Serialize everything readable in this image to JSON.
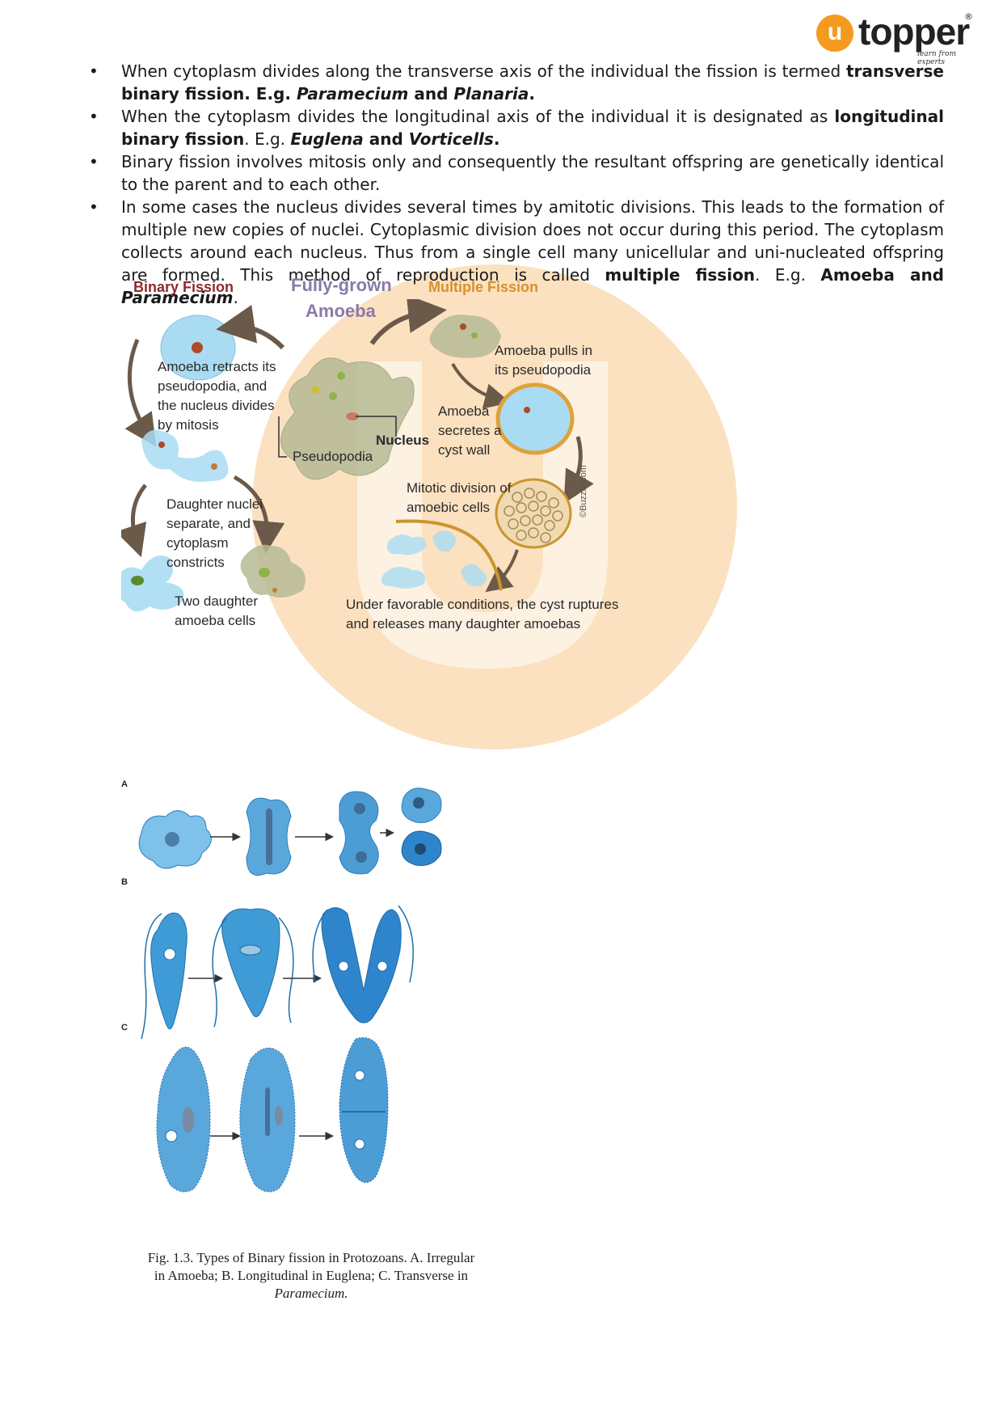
{
  "brand": {
    "logo_letter": "u",
    "name": "topper",
    "registered": "®",
    "tagline": "learn from experts"
  },
  "bullets": [
    {
      "parts": [
        {
          "t": "When cytoplasm divides along the transverse axis of the individual the fission is termed "
        },
        {
          "t": "transverse binary fission. E.g. ",
          "b": true
        },
        {
          "t": "Paramecium",
          "b": true,
          "i": true
        },
        {
          "t": " and ",
          "b": true
        },
        {
          "t": "Planaria",
          "b": true,
          "i": true
        },
        {
          "t": ".",
          "b": true
        }
      ]
    },
    {
      "parts": [
        {
          "t": "When the cytoplasm divides the longitudinal axis of the individual it is designated as "
        },
        {
          "t": "longitudinal binary fission",
          "b": true
        },
        {
          "t": ". E.g.  "
        },
        {
          "t": "Euglena",
          "b": true,
          "i": true
        },
        {
          "t": " and ",
          "b": true
        },
        {
          "t": "Vorticells",
          "b": true,
          "i": true
        },
        {
          "t": ".",
          "b": true
        }
      ]
    },
    {
      "parts": [
        {
          "t": "Binary fission involves mitosis only and consequently the resultant offspring are genetically identical to the parent and to each other."
        }
      ]
    },
    {
      "parts": [
        {
          "t": "In some cases the nucleus divides several times by amitotic divisions. This leads to the formation of multiple new copies of nuclei. Cytoplasmic division does not occur during this period. The cytoplasm collects around each nucleus. Thus from a single cell many unicellular and uni-nucleated offspring are formed. This method of reproduction is called "
        },
        {
          "t": "multiple fission",
          "b": true
        },
        {
          "t": ". E.g. "
        },
        {
          "t": "Amoeba and ",
          "b": true
        },
        {
          "t": "Paramecium",
          "b": true,
          "i": true
        },
        {
          "t": "."
        }
      ]
    }
  ],
  "figure1": {
    "title_binary": "Binary Fission",
    "title_center_1": "Fully-grown",
    "title_center_2": "Amoeba",
    "title_multiple": "Multiple Fission",
    "label_retract": [
      "Amoeba retracts its",
      "pseudopodia, and",
      "the nucleus divides",
      "by mitosis"
    ],
    "label_pseudopodia": "Pseudopodia",
    "label_nucleus": "Nucleus",
    "label_pulls": [
      "Amoeba pulls in",
      "its pseudopodia"
    ],
    "label_cyst": [
      "Amoeba",
      "secretes a",
      "cyst wall"
    ],
    "label_mitotic": [
      "Mitotic division of",
      "amoebic cells"
    ],
    "label_daughter": [
      "Daughter nuclei",
      "separate, and",
      "cytoplasm",
      "constricts"
    ],
    "label_two": [
      "Two daughter",
      "amoeba cells"
    ],
    "label_favorable": [
      "Under favorable conditions, the cyst ruptures",
      "and releases many daughter amoebas"
    ],
    "credit": "©Buzzle.com"
  },
  "figure2": {
    "row_labels": [
      "A",
      "B",
      "C"
    ],
    "caption_1": "Fig. 1.3. Types of Binary fission in Protozoans. A. Irregular",
    "caption_2": "in Amoeba; B. Longitudinal in Euglena;  C. Transverse in",
    "caption_3": "Paramecium."
  },
  "colors": {
    "watermark": "#f8c98a",
    "binary_title": "#8b2b2b",
    "center_title": "#8a7aa8",
    "multiple_title": "#d9902a",
    "cell_blue": "#a9dcf2",
    "cell_olive": "#b6ba95",
    "cyst_rim": "#e0a13a",
    "fig2_blue": "#3f9bd6"
  }
}
